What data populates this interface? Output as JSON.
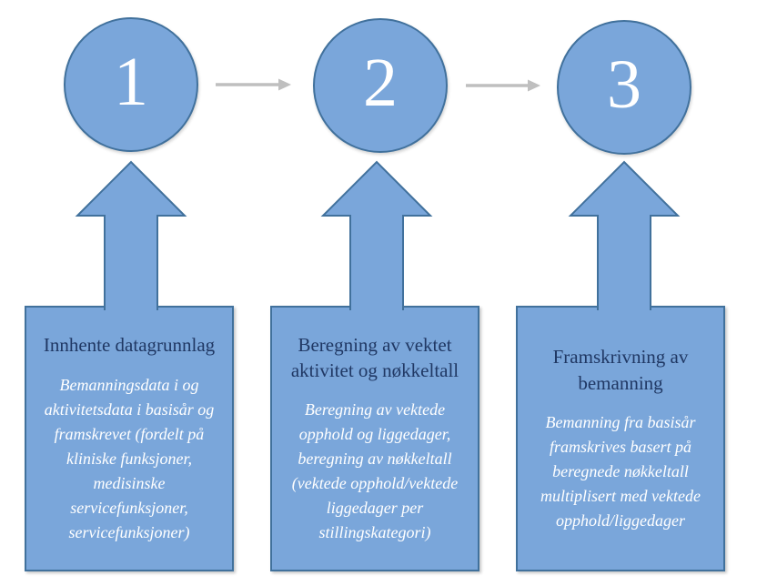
{
  "diagram": {
    "type": "process-flow",
    "language": "no",
    "colors": {
      "shape_fill": "#7aa6da",
      "shape_border": "#41719c",
      "title_color": "#203864",
      "body_color": "#ffffff",
      "connector_color": "#bfbfbf"
    },
    "steps": [
      {
        "number": "1",
        "title": "Innhente datagrunnlag",
        "description": "Bemanningsdata i og aktivitetsdata i basisår og framskrevet (fordelt på kliniske funksjoner, medisinske servicefunksjoner, servicefunksjoner)"
      },
      {
        "number": "2",
        "title": "Beregning av vektet aktivitet og nøkkeltall",
        "description": "Beregning av vektede opphold og liggedager, beregning av nøkkeltall (vektede opphold/vektede liggedager per stillingskategori)"
      },
      {
        "number": "3",
        "title": "Framskrivning av bemanning",
        "description": "Bemanning fra basisår framskrives basert på beregnede nøkkeltall multiplisert med vektede opphold/liggedager"
      }
    ]
  }
}
